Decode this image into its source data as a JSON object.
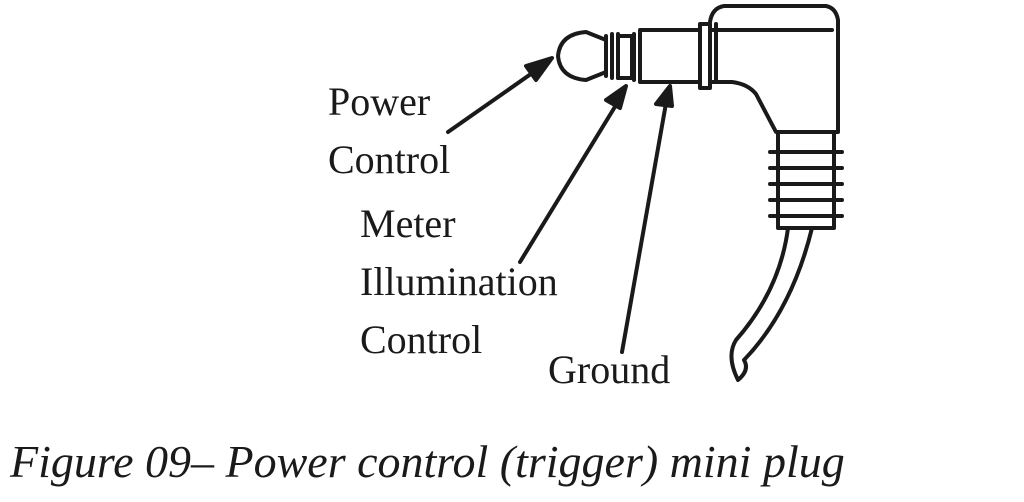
{
  "labels": {
    "power_control": [
      "Power",
      "Control"
    ],
    "meter_illumination_control": [
      "Meter",
      "Illumination",
      "Control"
    ],
    "ground": "Ground"
  },
  "caption": "Figure 09–  Power control (trigger) mini plug",
  "colors": {
    "ink": "#1a1a1a",
    "background": "#ffffff"
  }
}
